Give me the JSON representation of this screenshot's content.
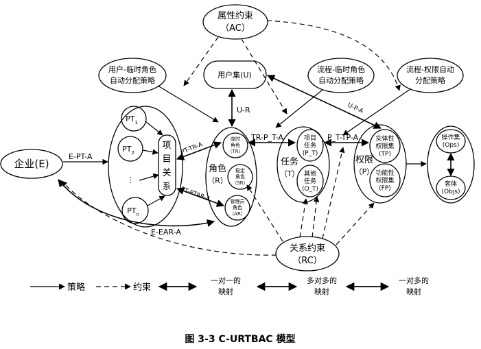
{
  "nodes": {
    "attr_constraint": {
      "line1": "属性约束",
      "line2": "（AC）"
    },
    "user_temp_policy": {
      "line1": "用户-临时角色",
      "line2": "自动分配策略"
    },
    "user_set": {
      "label": "用户集(U)"
    },
    "process_temp_policy": {
      "line1": "流程-临时角色",
      "line2": "自动分配策略"
    },
    "process_perm_policy": {
      "line1": "流程-权限自动",
      "line2": "分配策略"
    },
    "enterprise": {
      "label": "企业(E)"
    },
    "pt1": {
      "main": "PT",
      "sub": "1"
    },
    "pt2": {
      "main": "PT",
      "sub": "2"
    },
    "pt_dots": {
      "label": "⋮"
    },
    "ptn": {
      "main": "PT",
      "sub": "n"
    },
    "project_relation": {
      "c1": "项",
      "c2": "目",
      "c3": "关",
      "c4": "系"
    },
    "role": {
      "line1": "角色",
      "line2": "（R）"
    },
    "temp_role": {
      "l1": "临时",
      "l2": "角色",
      "l3": "（TR）"
    },
    "fixed_role": {
      "l1": "稳定",
      "l2": "角色",
      "l3": "（SR）"
    },
    "admin_role": {
      "l1": "管理员",
      "l2": "角色",
      "l3": "（AR）"
    },
    "task": {
      "line1": "任务",
      "line2": "（T）"
    },
    "project_task": {
      "l1": "项目",
      "l2": "任务",
      "l3": "(P_T)"
    },
    "other_task": {
      "l1": "其他",
      "l2": "任务",
      "l3": "(O_T)"
    },
    "permission": {
      "line1": "权限",
      "line2": "（P）"
    },
    "entity_perm": {
      "l1": "实体性",
      "l2": "权限集",
      "l3": "(TP)"
    },
    "func_perm": {
      "l1": "功能性",
      "l2": "权限集",
      "l3": "(FP)"
    },
    "ops": {
      "l1": "操作集",
      "l2": "(Ops)"
    },
    "objs": {
      "l1": "客体",
      "l2": "(Objs)"
    },
    "rel_constraint": {
      "line1": "关系约束",
      "line2": "（RC）"
    }
  },
  "edges": {
    "e_pt_a": "E-PT-A",
    "pt_tr_a": "PT-TR-A",
    "pt_tar_a": "PT-PTAR-A",
    "e_ear_a": "E-EAR-A",
    "u_r": "U-R",
    "tr_p_t_a": "TR-P_T-A",
    "p_t_tp_a": "P_T-TP-A",
    "u_p_a": "U-P-A"
  },
  "legend": {
    "policy": "策略",
    "constraint": "约束",
    "one_to_one_1": "一对一的",
    "one_to_one_2": "映射",
    "many_to_many_1": "多对多的",
    "many_to_many_2": "映射",
    "one_to_many_1": "一对多的",
    "one_to_many_2": "映射"
  },
  "caption": "图 3-3 C-URTBAC 模型"
}
